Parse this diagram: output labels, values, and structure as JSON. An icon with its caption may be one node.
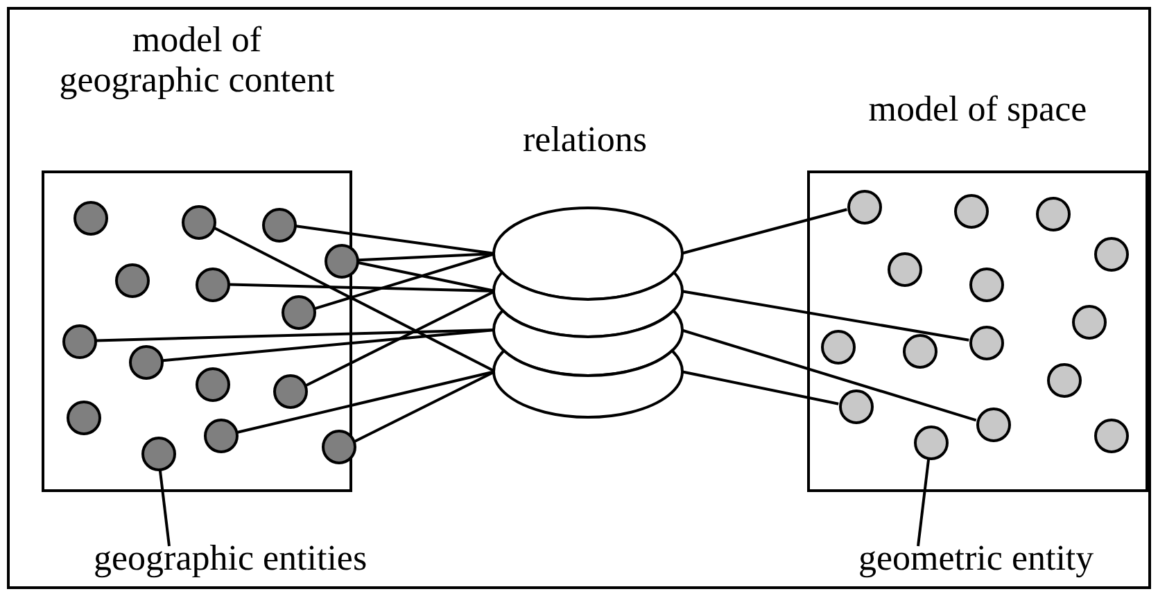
{
  "diagram": {
    "nodes": [
      {
        "text": [
          "model of geographic content"
        ]
      },
      {
        "text": [],
        "shape": "circle",
        "in": 0
      },
      {
        "text": [],
        "shape": "circle",
        "in": 0
      },
      {
        "text": [],
        "shape": "circle",
        "in": 0
      },
      {
        "text": [],
        "shape": "circle",
        "in": 0
      },
      {
        "text": [],
        "shape": "circle",
        "in": 0
      },
      {
        "text": [],
        "shape": "circle",
        "in": 0
      },
      {
        "text": [],
        "shape": "circle",
        "in": 0
      },
      {
        "text": [],
        "shape": "circle",
        "in": 0
      },
      {
        "text": [],
        "shape": "circle",
        "in": 0
      },
      {
        "text": [],
        "shape": "circle",
        "in": 0
      },
      {
        "text": [],
        "shape": "circle",
        "in": 0
      },
      {
        "text": [],
        "shape": "circle",
        "in": 0
      },
      {
        "text": [],
        "shape": "circle",
        "in": 0
      },
      {
        "text": [],
        "shape": "circle",
        "in": 0
      },
      {
        "text": [],
        "shape": "circle",
        "in": 0
      },
      {
        "text": [],
        "shape": "ellipse"
      },
      {
        "text": [],
        "shape": "ellipse"
      },
      {
        "text": [],
        "shape": "ellipse"
      },
      {
        "text": [],
        "shape": "ellipse"
      },
      {
        "text": [
          "model of space"
        ]
      },
      {
        "text": [],
        "shape": "circle",
        "in": 20
      },
      {
        "text": [],
        "shape": "circle",
        "in": 20
      },
      {
        "text": [],
        "shape": "circle",
        "in": 20
      },
      {
        "text": [],
        "shape": "circle",
        "in": 20
      },
      {
        "text": [],
        "shape": "circle",
        "in": 20
      },
      {
        "text": [],
        "shape": "circle",
        "in": 20
      },
      {
        "text": [],
        "shape": "circle",
        "in": 20
      },
      {
        "text": [],
        "shape": "circle",
        "in": 20
      },
      {
        "text": [],
        "shape": "circle",
        "in": 20
      },
      {
        "text": [],
        "shape": "circle",
        "in": 20
      },
      {
        "text": [],
        "shape": "circle",
        "in": 20
      },
      {
        "text": [],
        "shape": "circle",
        "in": 20
      },
      {
        "text": [],
        "shape": "circle",
        "in": 20
      },
      {
        "text": [],
        "shape": "circle",
        "in": 20
      },
      {
        "text": [],
        "shape": "circle",
        "in": 20
      },
      {
        "text": [
          "geographic entities"
        ]
      },
      {
        "text": [
          "geometric entity"
        ]
      }
    ],
    "edges": [
      {
        "from": 3,
        "to": 16,
        "arrow": "none"
      },
      {
        "from": 5,
        "to": 16,
        "arrow": "none"
      },
      {
        "from": 5,
        "to": 17,
        "arrow": "none"
      },
      {
        "from": 6,
        "to": 17,
        "arrow": "none"
      },
      {
        "from": 8,
        "to": 16,
        "arrow": "none"
      },
      {
        "from": 7,
        "to": 18,
        "arrow": "none"
      },
      {
        "from": 9,
        "to": 18,
        "arrow": "none"
      },
      {
        "from": 11,
        "to": 17,
        "arrow": "none"
      },
      {
        "from": 2,
        "to": 19,
        "arrow": "none"
      },
      {
        "from": 13,
        "to": 19,
        "arrow": "none"
      },
      {
        "from": 15,
        "to": 19,
        "arrow": "none"
      },
      {
        "from": 16,
        "to": 21,
        "arrow": "none"
      },
      {
        "from": 17,
        "to": 30,
        "arrow": "none"
      },
      {
        "from": 18,
        "to": 33,
        "arrow": "none"
      },
      {
        "from": 19,
        "to": 32,
        "arrow": "none"
      },
      {
        "from": 36,
        "to": 14,
        "arrow": "none"
      },
      {
        "from": 37,
        "to": 34,
        "arrow": "none"
      }
    ],
    "labels": [
      "relations"
    ]
  }
}
